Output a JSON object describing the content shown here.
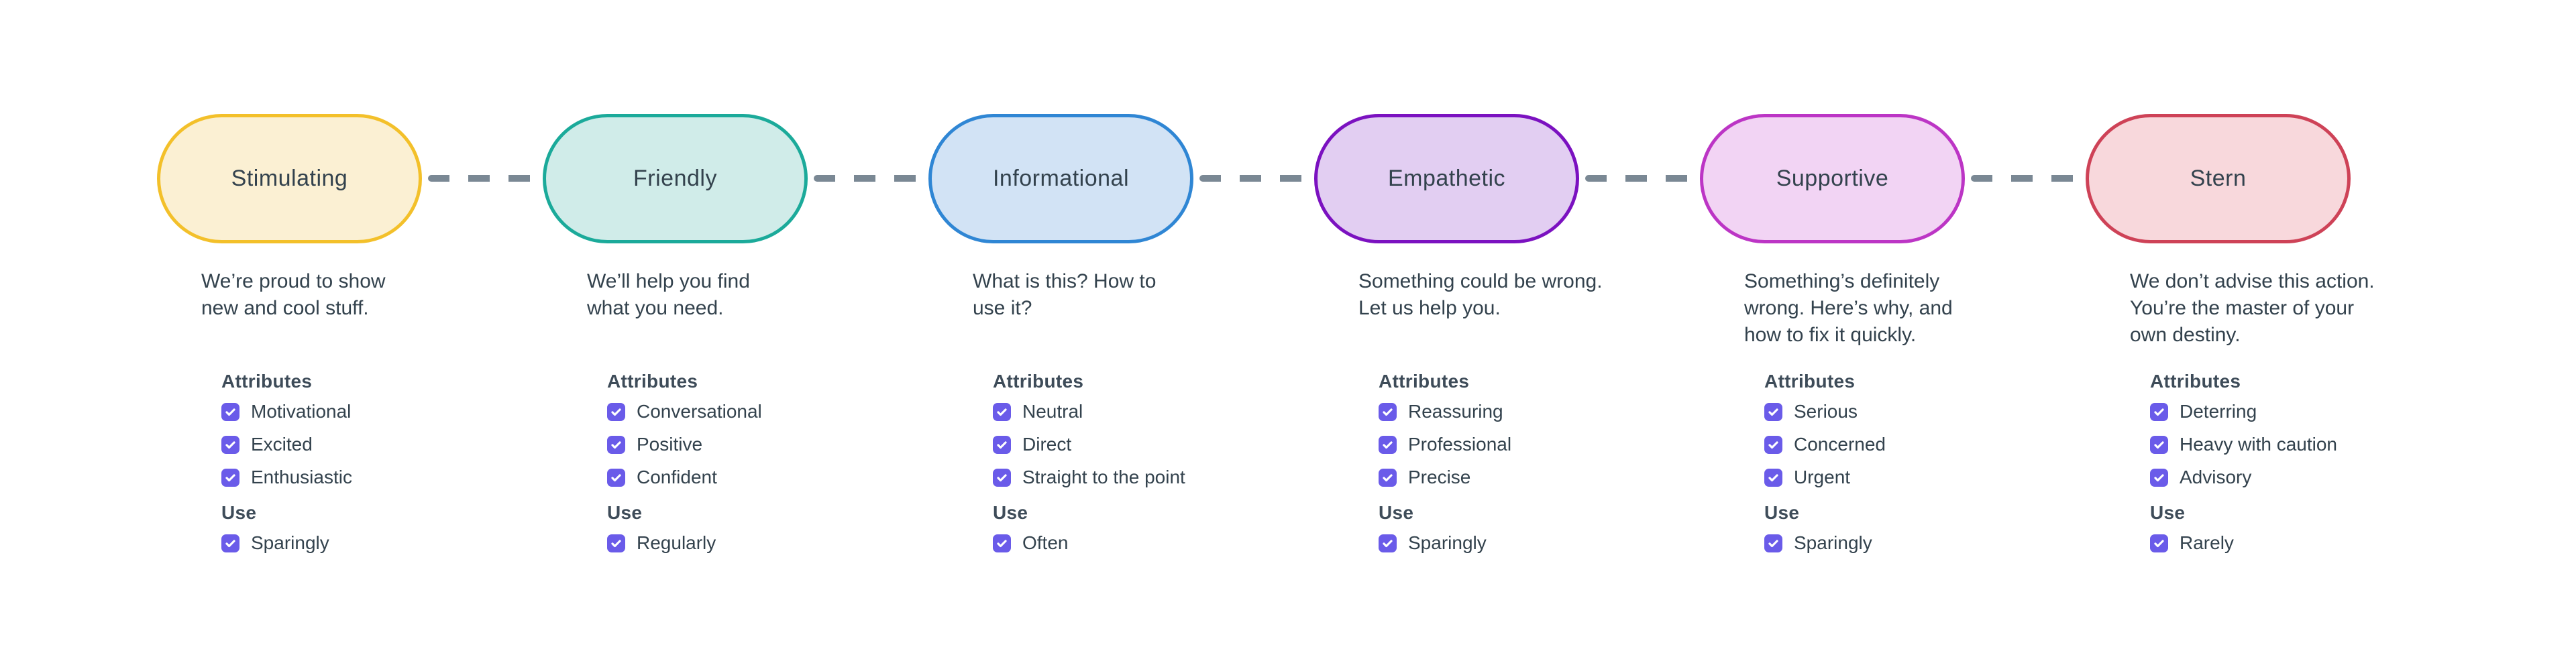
{
  "theme": {
    "background": "#FFFFFF",
    "text_color": "#33424D",
    "heading_color": "#3E4C59",
    "checkbox_color": "#6A5BE9",
    "connector_color": "#7A8894"
  },
  "labels": {
    "attributes_heading": "Attributes",
    "use_heading": "Use"
  },
  "tones": [
    {
      "name": "Stimulating",
      "description": [
        "We’re proud to show",
        "new and cool stuff."
      ],
      "attributes": [
        "Motivational",
        "Excited",
        "Enthusiastic"
      ],
      "use": "Sparingly",
      "checked": true,
      "colors": {
        "border": "#F3C02A",
        "fill": "#FBF0D3"
      }
    },
    {
      "name": "Friendly",
      "description": [
        "We’ll help you find",
        "what you need."
      ],
      "attributes": [
        "Conversational",
        "Positive",
        "Confident"
      ],
      "use": "Regularly",
      "checked": true,
      "colors": {
        "border": "#1BAA9A",
        "fill": "#D0ECE9"
      }
    },
    {
      "name": "Informational",
      "description": [
        "What is this? How to",
        "use it?"
      ],
      "attributes": [
        "Neutral",
        "Direct",
        "Straight to the point"
      ],
      "use": "Often",
      "checked": true,
      "colors": {
        "border": "#2F86D4",
        "fill": "#D2E3F5"
      }
    },
    {
      "name": "Empathetic",
      "description": [
        "Something could be wrong.",
        "Let us help you."
      ],
      "attributes": [
        "Reassuring",
        "Professional",
        "Precise"
      ],
      "use": "Sparingly",
      "checked": true,
      "colors": {
        "border": "#7B11C0",
        "fill": "#E2CEF2"
      }
    },
    {
      "name": "Supportive",
      "description": [
        "Something’s definitely",
        "wrong. Here’s why, and",
        "how to fix it quickly."
      ],
      "attributes": [
        "Serious",
        "Concerned",
        "Urgent"
      ],
      "use": "Sparingly",
      "checked": true,
      "colors": {
        "border": "#BC35C5",
        "fill": "#F2D4F4"
      }
    },
    {
      "name": "Stern",
      "description": [
        "We don’t advise this action.",
        "You’re the master of your",
        "own destiny."
      ],
      "attributes": [
        "Deterring",
        "Heavy with caution",
        "Advisory"
      ],
      "use": "Rarely",
      "checked": true,
      "colors": {
        "border": "#CE4257",
        "fill": "#F8D8DC"
      }
    }
  ]
}
